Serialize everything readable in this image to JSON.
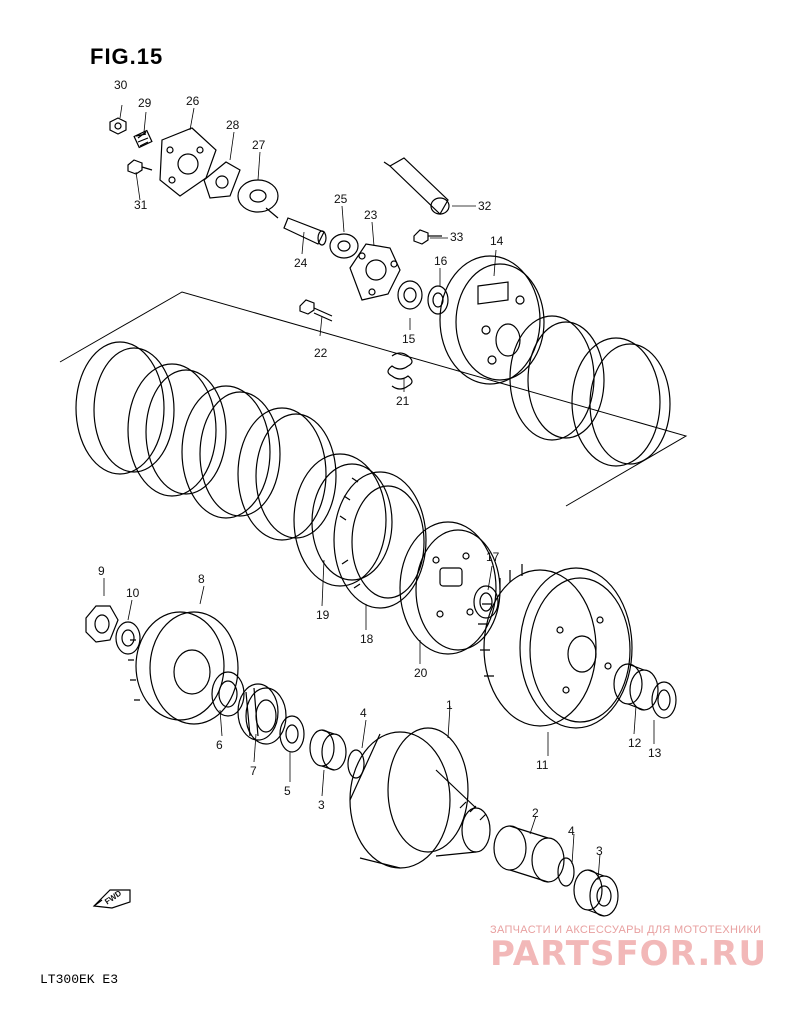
{
  "figure_title": "FIG.15",
  "model_code": "LT300EK E3",
  "watermark": {
    "top_line": "ЗАПЧАСТИ И АКСЕССУАРЫ ДЛЯ МОТОТЕХНИКИ",
    "site": "PARTSFOR.RU"
  },
  "fwd_label": "FWD",
  "callouts": [
    "30",
    "29",
    "26",
    "28",
    "27",
    "31",
    "32",
    "25",
    "23",
    "33",
    "24",
    "14",
    "16",
    "15",
    "22",
    "21",
    "17",
    "19",
    "18",
    "20",
    "9",
    "10",
    "8",
    "6",
    "7",
    "5",
    "4",
    "3",
    "1",
    "2",
    "11",
    "12",
    "13"
  ]
}
